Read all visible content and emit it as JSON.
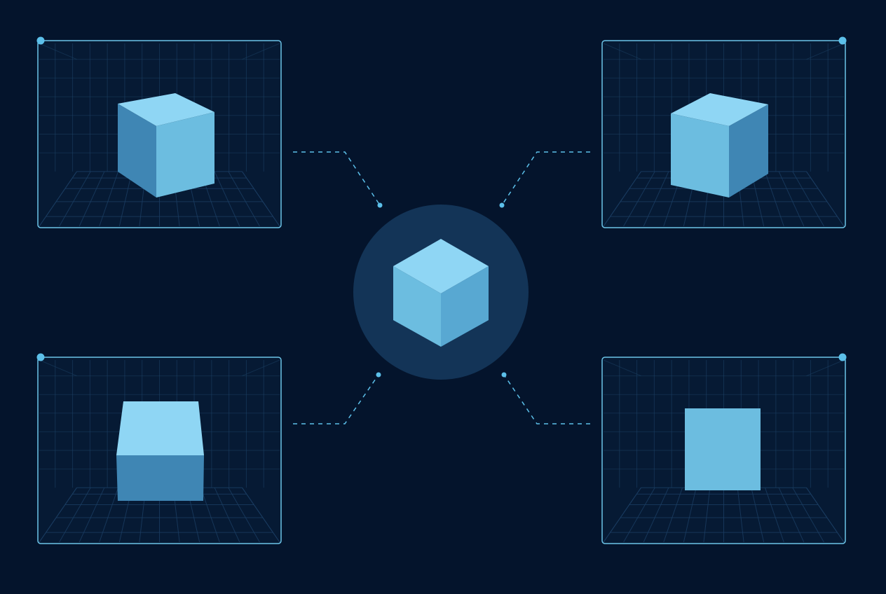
{
  "colors": {
    "background": "#04142c",
    "panel_fill": "#061a34",
    "panel_border": "#6cc4e8",
    "grid_line": "#1e4468",
    "floor_line": "#1a3c60",
    "connector": "#5cc0ea",
    "center_circle": "#133457",
    "cube_top": "#8fd6f4",
    "cube_light": "#6cbde0",
    "cube_mid": "#58a8d2",
    "cube_dark": "#3f86b4"
  },
  "views": [
    {
      "id": "view-top-left",
      "corner": "top-left",
      "icon": "perspective-cube-icon"
    },
    {
      "id": "view-top-right",
      "corner": "top-right",
      "icon": "perspective-cube-icon"
    },
    {
      "id": "view-bottom-left",
      "corner": "bottom-left",
      "icon": "elevation-cube-icon"
    },
    {
      "id": "view-bottom-right",
      "corner": "bottom-right",
      "icon": "front-face-square-icon"
    }
  ],
  "hub": {
    "icon": "isometric-cube-icon"
  }
}
